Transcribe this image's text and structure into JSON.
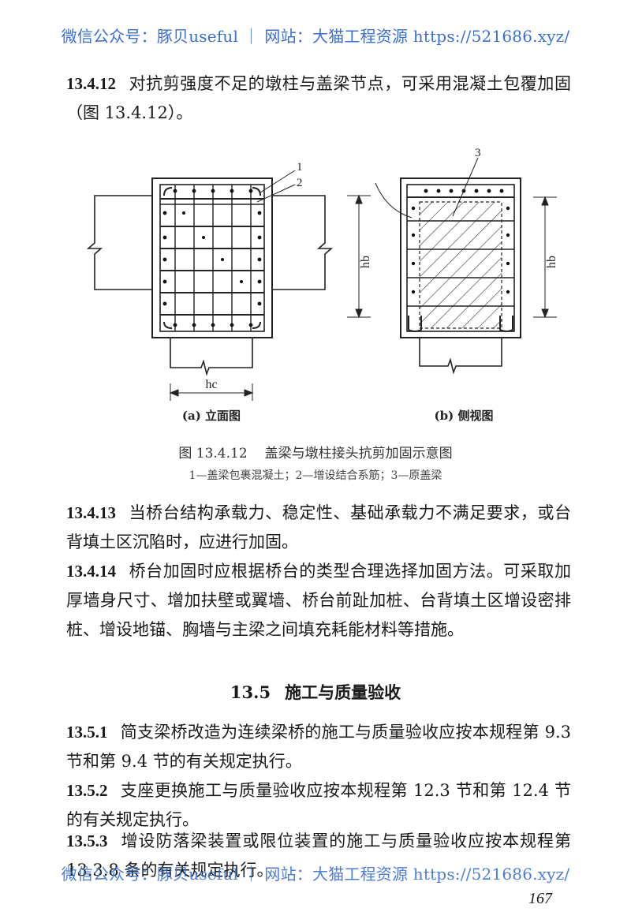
{
  "watermark": {
    "top": "微信公众号：豚贝useful ｜ 网站：大猫工程资源 https://521686.xyz/",
    "bottom": "微信公众号：豚贝useful ｜ 网站：大猫工程资源 https://521686.xyz/"
  },
  "clauses": [
    {
      "num": "13.4.12",
      "text": "对抗剪强度不足的墩柱与盖梁节点，可采用混凝土包覆加固（图 13.4.12）。"
    },
    {
      "num": "13.4.13",
      "text": "当桥台结构承载力、稳定性、基础承载力不满足要求，或台背填土区沉陷时，应进行加固。"
    },
    {
      "num": "13.4.14",
      "text": "桥台加固时应根据桥台的类型合理选择加固方法。可采取加厚墙身尺寸、增加扶壁或翼墙、桥台前趾加桩、台背填土区增设密排桩、增设地锚、胸墙与主梁之间填充耗能材料等措施。"
    },
    {
      "num": "13.5.1",
      "text": "简支梁桥改造为连续梁桥的施工与质量验收应按本规程第 9.3 节和第 9.4 节的有关规定执行。"
    },
    {
      "num": "13.5.2",
      "text": "支座更换施工与质量验收应按本规程第 12.3 节和第 12.4 节的有关规定执行。"
    },
    {
      "num": "13.5.3",
      "text": "增设防落梁装置或限位装置的施工与质量验收应按本规程第 13.3.8 条的有关规定执行。"
    }
  ],
  "section": {
    "num": "13.5",
    "title": "施工与质量验收"
  },
  "figure": {
    "sub_a": "(a) 立面图",
    "sub_b": "(b) 侧视图",
    "dim_hb": "hb",
    "dim_hc": "hc",
    "callout_1": "1",
    "callout_2": "2",
    "callout_3": "3",
    "caption_num": "图 13.4.12",
    "caption_title": "盖梁与墩柱接头抗剪加固示意图",
    "legend": "1—盖梁包裹混凝土；2—增设结合系筋；3—原盖梁"
  },
  "page_number": "167"
}
